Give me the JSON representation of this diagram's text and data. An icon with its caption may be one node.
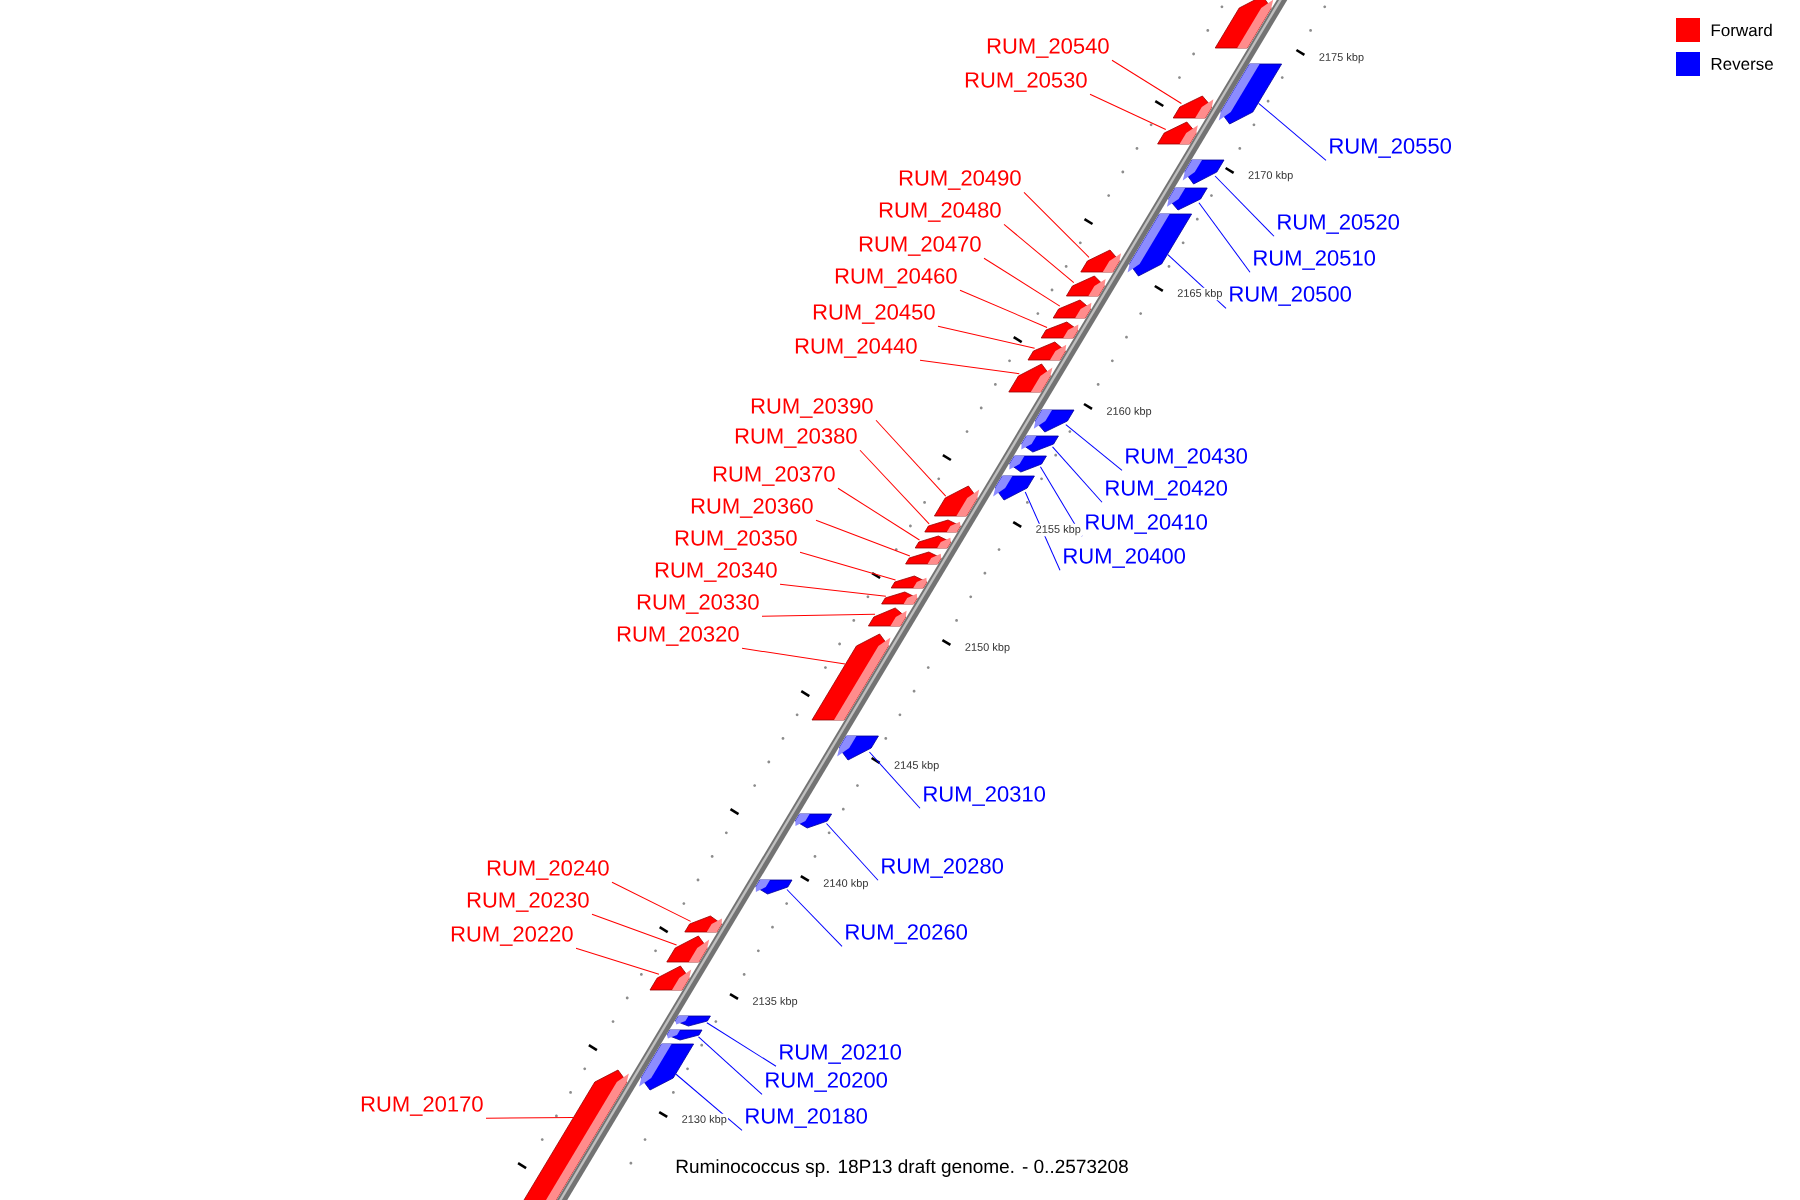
{
  "diagram": {
    "caption": "Ruminococcus sp. 18P13 draft genome. - 0..2573208",
    "nodes": [
      {
        "text": [],
        "shape": "box"
      },
      {
        "text": [
          "RUM_20550"
        ]
      },
      {
        "text": [],
        "shape": "box"
      },
      {
        "text": [
          "RUM_20540"
        ]
      },
      {
        "text": [],
        "shape": "box"
      },
      {
        "text": [
          "RUM_20530"
        ]
      },
      {
        "text": [],
        "shape": "box"
      },
      {
        "text": [
          "RUM_20520"
        ]
      },
      {
        "text": [],
        "shape": "box"
      },
      {
        "text": [
          "RUM_20510"
        ]
      },
      {
        "text": [],
        "shape": "box"
      },
      {
        "text": [
          "RUM_20500"
        ]
      },
      {
        "text": [],
        "shape": "box"
      },
      {
        "text": [
          "RUM_20490"
        ]
      },
      {
        "text": [],
        "shape": "box"
      },
      {
        "text": [
          "RUM_20480"
        ]
      },
      {
        "text": [],
        "shape": "box"
      },
      {
        "text": [
          "RUM_20470"
        ]
      },
      {
        "text": [],
        "shape": "box"
      },
      {
        "text": [
          "RUM_20460"
        ]
      },
      {
        "text": [],
        "shape": "box"
      },
      {
        "text": [
          "RUM_20450"
        ]
      },
      {
        "text": [],
        "shape": "box"
      },
      {
        "text": [
          "RUM_20440"
        ]
      },
      {
        "text": [],
        "shape": "box"
      },
      {
        "text": [
          "RUM_20430"
        ]
      },
      {
        "text": [],
        "shape": "box"
      },
      {
        "text": [
          "RUM_20420"
        ]
      },
      {
        "text": [],
        "shape": "box"
      },
      {
        "text": [
          "RUM_20410"
        ]
      },
      {
        "text": [],
        "shape": "box"
      },
      {
        "text": [
          "RUM_20400"
        ]
      },
      {
        "text": [],
        "shape": "box"
      },
      {
        "text": [
          "RUM_20390"
        ]
      },
      {
        "text": [],
        "shape": "box"
      },
      {
        "text": [
          "RUM_20380"
        ]
      },
      {
        "text": [],
        "shape": "box"
      },
      {
        "text": [
          "RUM_20370"
        ]
      },
      {
        "text": [],
        "shape": "box"
      },
      {
        "text": [
          "RUM_20360"
        ]
      },
      {
        "text": [],
        "shape": "box"
      },
      {
        "text": [
          "RUM_20350"
        ]
      },
      {
        "text": [],
        "shape": "box"
      },
      {
        "text": [
          "RUM_20340"
        ]
      },
      {
        "text": [],
        "shape": "box"
      },
      {
        "text": [
          "RUM_20330"
        ]
      },
      {
        "text": [],
        "shape": "box"
      },
      {
        "text": [
          "RUM_20320"
        ]
      },
      {
        "text": [],
        "shape": "box"
      },
      {
        "text": [
          "RUM_20310"
        ]
      },
      {
        "text": [],
        "shape": "box"
      },
      {
        "text": [
          "RUM_20280"
        ]
      },
      {
        "text": [],
        "shape": "box"
      },
      {
        "text": [
          "RUM_20260"
        ]
      },
      {
        "text": [],
        "shape": "box"
      },
      {
        "text": [
          "RUM_20240"
        ]
      },
      {
        "text": [],
        "shape": "box"
      },
      {
        "text": [
          "RUM_20230"
        ]
      },
      {
        "text": [],
        "shape": "box"
      },
      {
        "text": [
          "RUM_20220"
        ]
      },
      {
        "text": [],
        "shape": "box"
      },
      {
        "text": [
          "RUM_20210"
        ]
      },
      {
        "text": [],
        "shape": "box"
      },
      {
        "text": [
          "RUM_20200"
        ]
      },
      {
        "text": [],
        "shape": "box"
      },
      {
        "text": [
          "RUM_20180"
        ]
      },
      {
        "text": [],
        "shape": "box"
      },
      {
        "text": [
          "RUM_20170"
        ]
      },
      {
        "text": [],
        "shape": "box"
      }
    ],
    "edges": [
      {
        "from": 1,
        "to": 2,
        "arrow": "none",
        "color": "#0000ff"
      },
      {
        "from": 3,
        "to": 4,
        "arrow": "none"
      },
      {
        "from": 5,
        "to": 6,
        "arrow": "none"
      },
      {
        "from": 7,
        "to": 8,
        "arrow": "none",
        "color": "#0000ff"
      },
      {
        "from": 9,
        "to": 10,
        "arrow": "none",
        "color": "#0000ff"
      },
      {
        "from": 11,
        "to": 12,
        "arrow": "none",
        "color": "#0000ff"
      },
      {
        "from": 13,
        "to": 14,
        "arrow": "none"
      },
      {
        "from": 15,
        "to": 16,
        "arrow": "none"
      },
      {
        "from": 17,
        "to": 18,
        "arrow": "none"
      },
      {
        "from": 19,
        "to": 20,
        "arrow": "none"
      },
      {
        "from": 21,
        "to": 22,
        "arrow": "none"
      },
      {
        "from": 23,
        "to": 24,
        "arrow": "none"
      },
      {
        "from": 25,
        "to": 26,
        "arrow": "none",
        "color": "#0000ff"
      },
      {
        "from": 27,
        "to": 28,
        "arrow": "none",
        "color": "#0000ff"
      },
      {
        "from": 29,
        "to": 30,
        "arrow": "none",
        "color": "#0000ff"
      },
      {
        "from": 31,
        "to": 32,
        "arrow": "none",
        "color": "#0000ff"
      },
      {
        "from": 33,
        "to": 34,
        "arrow": "none"
      },
      {
        "from": 35,
        "to": 36,
        "arrow": "none"
      },
      {
        "from": 37,
        "to": 38,
        "arrow": "none"
      },
      {
        "from": 39,
        "to": 40,
        "arrow": "none"
      },
      {
        "from": 41,
        "to": 42,
        "arrow": "none"
      },
      {
        "from": 43,
        "to": 44,
        "arrow": "none"
      },
      {
        "from": 45,
        "to": 46,
        "arrow": "none"
      },
      {
        "from": 47,
        "to": 48,
        "arrow": "none"
      },
      {
        "from": 49,
        "to": 50,
        "arrow": "none",
        "color": "#0000ff"
      },
      {
        "from": 51,
        "to": 52,
        "arrow": "none",
        "color": "#0000ff"
      },
      {
        "from": 53,
        "to": 54,
        "arrow": "none",
        "color": "#0000ff"
      },
      {
        "from": 55,
        "to": 56,
        "arrow": "none"
      },
      {
        "from": 57,
        "to": 58,
        "arrow": "none"
      },
      {
        "from": 59,
        "to": 60,
        "arrow": "none"
      },
      {
        "from": 61,
        "to": 62,
        "arrow": "none",
        "color": "#0000ff"
      },
      {
        "from": 63,
        "to": 64,
        "arrow": "none",
        "color": "#0000ff"
      },
      {
        "from": 65,
        "to": 66,
        "arrow": "none",
        "color": "#0000ff"
      },
      {
        "from": 67,
        "to": 68,
        "arrow": "none"
      }
    ],
    "labels": [
      "2175 kbp",
      "2170 kbp",
      "2165 kbp",
      "2160 kbp",
      "2155 kbp",
      "2150 kbp",
      "2145 kbp",
      "2140 kbp",
      "2135 kbp",
      "2130 kbp"
    ],
    "legend": [
      {
        "text": "Forward",
        "color": "#ff0000"
      },
      {
        "text": "Reverse",
        "color": "#0000ff"
      }
    ]
  }
}
